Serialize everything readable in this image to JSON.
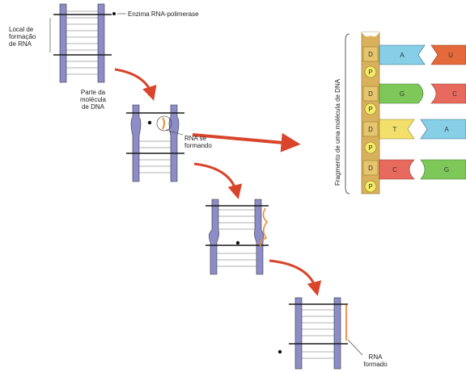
{
  "labels": {
    "enzyme": "Enzima RNA-polimerase",
    "rna_site_line1": "Local de",
    "rna_site_line2": "formação",
    "rna_site_line3": "de RNA",
    "dna_part_line1": "Parte da",
    "dna_part_line2": "molécula",
    "dna_part_line3": "de DNA",
    "rna_forming_line1": "RNA se",
    "rna_forming_line2": "formando",
    "rna_formed_line1": "RNA",
    "rna_formed_line2": "formado",
    "fragment_label": "Fragmento de uma molécula de DNA"
  },
  "fragment": {
    "backbone": [
      "D",
      "P",
      "D",
      "P",
      "D",
      "P",
      "D",
      "P"
    ],
    "pairs": [
      {
        "left": "A",
        "right": "U"
      },
      {
        "left": "G",
        "right": "C"
      },
      {
        "left": "T",
        "right": "A"
      },
      {
        "left": "C",
        "right": "G"
      }
    ]
  },
  "colors": {
    "strand": "#8c8dc8",
    "strand_dark": "#1a1a1a",
    "arrow": "#d8452a",
    "rna": "#ee8a3a",
    "backbone_tan": "#d9b15a",
    "phosphate_yellow": "#f3ec6a",
    "base_A": "#86cfe6",
    "base_U": "#e46a3c",
    "base_G": "#7ec85a",
    "base_C": "#e86a5e",
    "base_T": "#f2e06a"
  }
}
